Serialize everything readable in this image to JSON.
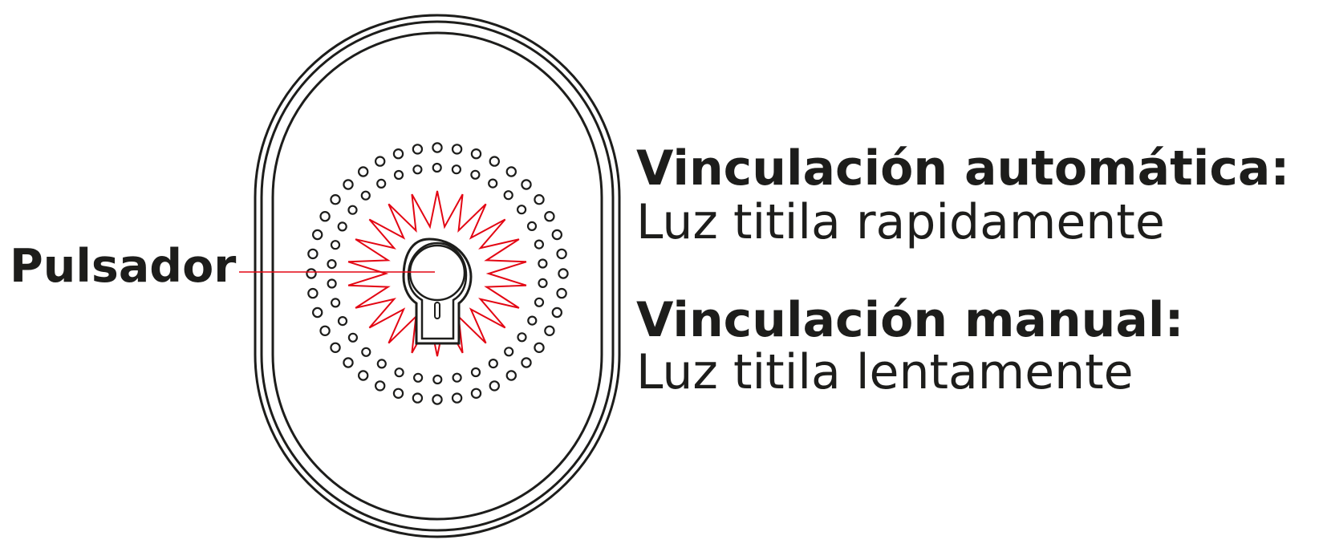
{
  "labels": {
    "button": "Pulsador",
    "auto_title": "Vinculación automática:",
    "auto_desc": "Luz titila rapidamente",
    "manual_title": "Vinculación manual:",
    "manual_desc": "Luz titila lentamente"
  },
  "colors": {
    "outline": "#1d1d1b",
    "blink_light": "#e30613"
  },
  "device": {
    "speaker_hole_rings": 2,
    "blink_spikes": 22
  },
  "icons": [
    "device-body-icon",
    "button-icon",
    "blink-light-icon",
    "speaker-holes-icon"
  ]
}
